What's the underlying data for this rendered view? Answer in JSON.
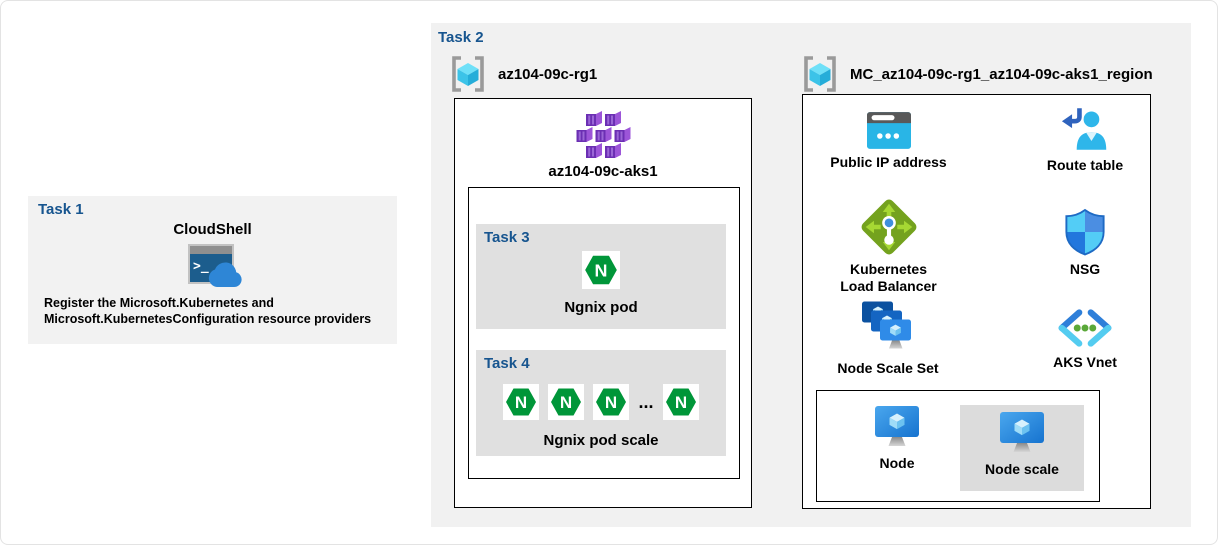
{
  "colors": {
    "task_label_blue": "#17558F",
    "panel_gray": "#f1f1f1",
    "inner_gray": "#e0e0e0",
    "node_scale_gray": "#dcdcdc",
    "nginx_green": "#009639",
    "aks_purple": "#6b2fb3",
    "azure_cyan": "#29b5e6",
    "azure_blue": "#2e8fe6"
  },
  "icons": {
    "cloudshell_prompt": ">_",
    "nginx_letter": "N"
  },
  "task1": {
    "label": "Task 1",
    "title": "CloudShell",
    "desc_line1": "Register the Microsoft.Kubernetes  and",
    "desc_line2": "Microsoft.KubernetesConfiguration  resource providers"
  },
  "task2": {
    "label": "Task 2",
    "rg1": {
      "name": "az104-09c-rg1",
      "aks_name": "az104-09c-aks1",
      "task3": {
        "label": "Task 3",
        "caption": "Ngnix pod"
      },
      "task4": {
        "label": "Task 4",
        "caption": "Ngnix pod scale",
        "ellipsis": "..."
      }
    },
    "mc": {
      "name": "MC_az104-09c-rg1_az104-09c-aks1_region",
      "public_ip_label": "Public IP address",
      "route_table_label": "Route table",
      "k8s_lb_label_line1": "Kubernetes",
      "k8s_lb_label_line2": "Load Balancer",
      "nsg_label": "NSG",
      "node_scale_set_label": "Node Scale Set",
      "aks_vnet_label": "AKS Vnet",
      "node_label": "Node",
      "node_scale_label": "Node scale"
    }
  }
}
